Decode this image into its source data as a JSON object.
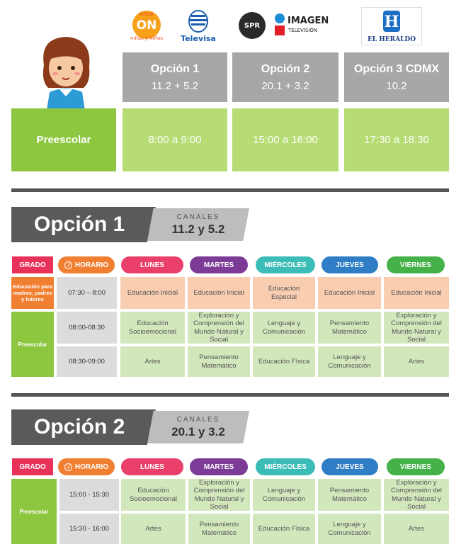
{
  "logos": {
    "once_a": "once",
    "once_b": "ON",
    "once_c": "niñas y niños",
    "televisa": "Televisa",
    "spr": "SPR",
    "imagen_title": "IMAGEN",
    "imagen_sub": "TELEVISIÓN",
    "heraldo_mark": "H",
    "heraldo": "EL HERALDO"
  },
  "summary": {
    "options": [
      {
        "title": "Opción 1",
        "channels": "11.2  +  5.2",
        "time": "8:00 a 9:00"
      },
      {
        "title": "Opción 2",
        "channels": "20.1  +  3.2",
        "time": "15:00 a 16:00"
      },
      {
        "title": "Opción 3 CDMX",
        "channels": "10.2",
        "time": "17:30 a 18:30"
      }
    ],
    "level": "Preescolar"
  },
  "option1": {
    "title": "Opción 1",
    "channels_label": "CANALES",
    "channels": "11.2 y 5.2",
    "headers": {
      "grado": "GRADO",
      "horario": "HORARIO",
      "days": [
        "LUNES",
        "MARTES",
        "MIÉRCOLES",
        "JUEVES",
        "VIERNES"
      ]
    },
    "grado_parents": "Educación para madres, padres y tutores",
    "grado_pre": "Preescolar",
    "rows": [
      {
        "time": "07:30 – 8:00",
        "cells": [
          "Educación Inicial",
          "Educación Inicial",
          "Educación Especial",
          "Educación Inicial",
          "Educación Inicial"
        ]
      },
      {
        "time": "08:00-08:30",
        "cells": [
          "Educación Socioemocional",
          "Exploración y Comprensión del Mundo Natural y Social",
          "Lenguaje y Comunicación",
          "Pensamiento Matemático",
          "Exploración y Comprensión del Mundo Natural y Social"
        ]
      },
      {
        "time": "08:30-09:00",
        "cells": [
          "Artes",
          "Pensamiento Matemático",
          "Educación Física",
          "Lenguaje y Comunicación",
          "Artes"
        ]
      }
    ]
  },
  "option2": {
    "title": "Opción 2",
    "channels_label": "CANALES",
    "channels": "20.1 y 3.2",
    "headers": {
      "grado": "GRADO",
      "horario": "HORARIO",
      "days": [
        "LUNES",
        "MARTES",
        "MIÉRCOLES",
        "JUEVES",
        "VIERNES"
      ]
    },
    "grado_pre": "Preescolar",
    "rows": [
      {
        "time": "15:00 - 15:30",
        "cells": [
          "Educación Socioemocional",
          "Exploración y Comprensión del Mundo Natural y Social",
          "Lenguaje y Comunicación",
          "Pensamiento Matemático",
          "Exploración y Comprensión del Mundo Natural y Social"
        ]
      },
      {
        "time": "15:30 - 16:00",
        "cells": [
          "Artes",
          "Pensamiento Matemático",
          "Educación Física",
          "Lenguaje y Comunicación",
          "Artes"
        ]
      }
    ]
  },
  "colors": {
    "grado": "#e8325a",
    "horario": "#f07f32",
    "lunes": "#ea3f6b",
    "martes": "#7b3b97",
    "miercoles": "#3cbcb7",
    "jueves": "#2f7dc4",
    "viernes": "#44b149"
  }
}
